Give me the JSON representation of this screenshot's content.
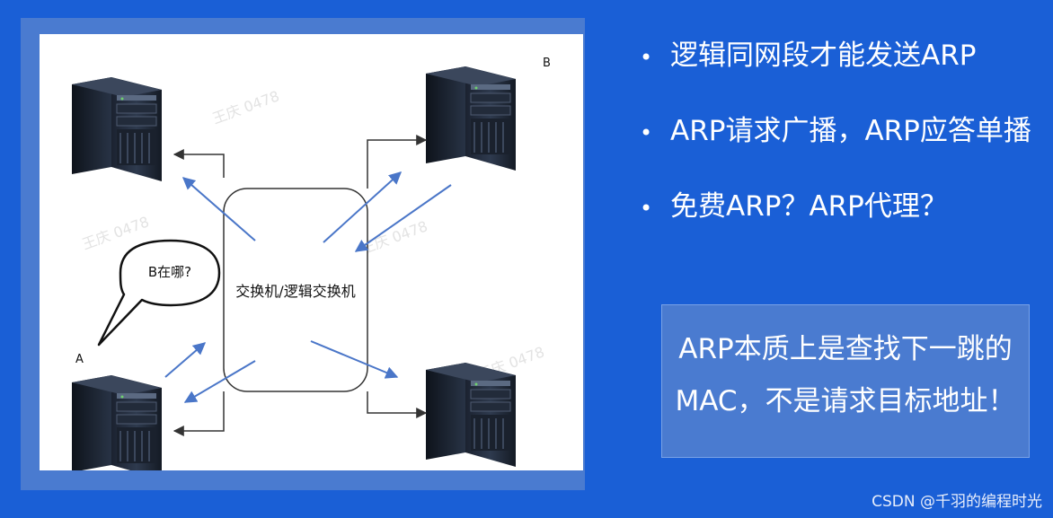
{
  "diagram": {
    "switch_label": "交换机/逻辑交换机",
    "bubble_text": "B在哪?",
    "label_a": "A",
    "label_b": "B",
    "watermark": "王庆 0478"
  },
  "bullets": [
    "逻辑同网段才能发送ARP",
    "ARP请求广播，ARP应答单播",
    "免费ARP？ARP代理？"
  ],
  "callout": {
    "line1": "ARP本质上是查找下一跳的",
    "line2": "MAC，不是请求目标地址！"
  },
  "footer": "CSDN @千羽的编程时光",
  "colors": {
    "background": "#1a5fd6",
    "frame": "#4a7bd0",
    "arrow_blue": "#4a76c8",
    "connector": "#333333"
  }
}
